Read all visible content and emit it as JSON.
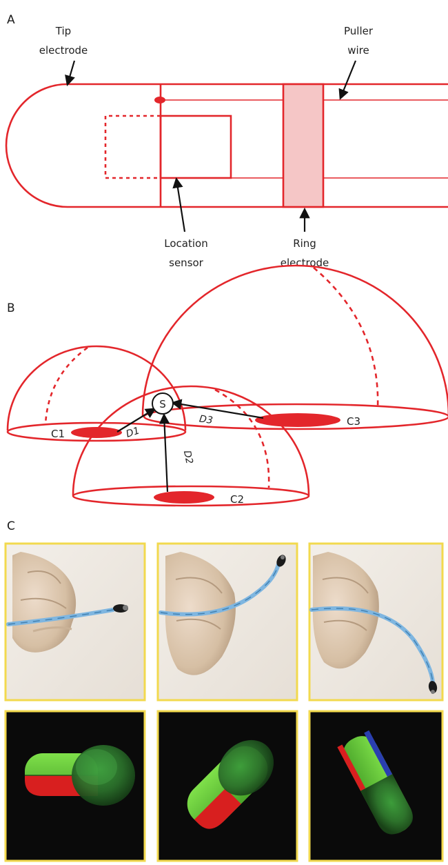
{
  "panel_labels": {
    "a": "A",
    "b": "B",
    "c": "C"
  },
  "panel_a": {
    "tip_electrode_line1": "Tip",
    "tip_electrode_line2": "electrode",
    "puller_wire_line1": "Puller",
    "puller_wire_line2": "wire",
    "location_sensor_line1": "Location",
    "location_sensor_line2": "sensor",
    "ring_electrode_line1": "Ring",
    "ring_electrode_line2": "electrode"
  },
  "panel_b": {
    "sensor": "S",
    "coil1": "C1",
    "coil2": "C2",
    "coil3": "C3",
    "distance1": "D1",
    "distance2": "D2",
    "distance3": "D3"
  },
  "colors": {
    "diagram_red": "#e3262b",
    "ring_fill": "#f5c6c6",
    "photo_border": "#f2d94e",
    "render_background": "#0a0a0a",
    "catheter_blue": "#7fb6e0",
    "glove": "#d8c2a8",
    "model_green": "#6ecf3a",
    "model_red": "#d81f1f",
    "model_blue": "#2a3fb0"
  },
  "photos": {
    "photo1_icon": "catheter-straight-photo",
    "photo2_icon": "catheter-deflected-up-photo",
    "photo3_icon": "catheter-deflected-down-photo",
    "render1_icon": "catheter-3d-render-horizontal",
    "render2_icon": "catheter-3d-render-diagonal",
    "render3_icon": "catheter-3d-render-steep"
  }
}
